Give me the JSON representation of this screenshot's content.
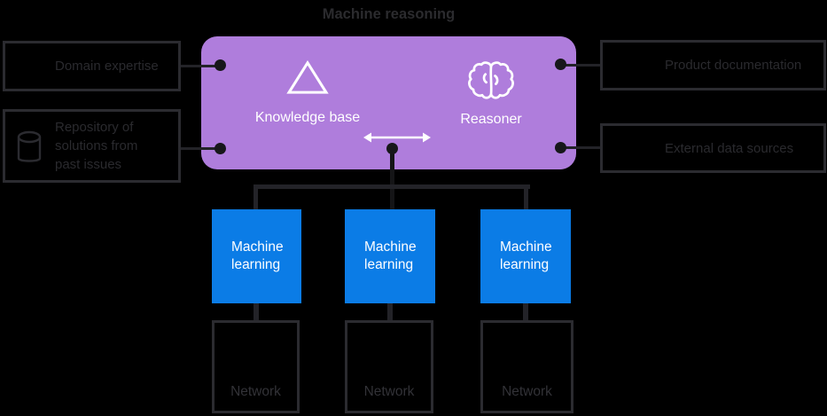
{
  "title": "Machine reasoning",
  "reasoning_block": {
    "knowledge_base_label": "Knowledge base",
    "reasoner_label": "Reasoner",
    "icons": [
      "triangle-icon",
      "brain-icon",
      "double-arrow-icon"
    ]
  },
  "left_inputs": [
    {
      "label": "Domain expertise"
    },
    {
      "label": "Repository of solutions from past issues",
      "icon": "database-icon"
    }
  ],
  "right_inputs": [
    {
      "label": "Product documentation"
    },
    {
      "label": "External data sources"
    }
  ],
  "ml_boxes": [
    {
      "label": "Machine learning"
    },
    {
      "label": "Machine learning"
    },
    {
      "label": "Machine learning"
    }
  ],
  "network_boxes": [
    {
      "label": "Network"
    },
    {
      "label": "Network"
    },
    {
      "label": "Network"
    }
  ],
  "colors": {
    "background": "#000000",
    "purple_block": "#af7ddc",
    "blue_block": "#0b7ce6",
    "box_border": "#2b2b30",
    "muted_text": "#2a2a2e",
    "network_text": "#323237",
    "connector": "#232328",
    "white_text": "#ffffff"
  }
}
